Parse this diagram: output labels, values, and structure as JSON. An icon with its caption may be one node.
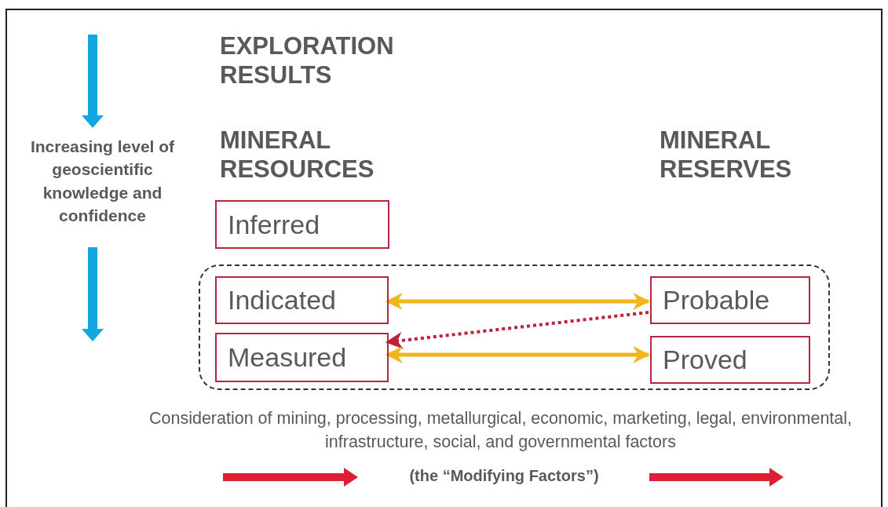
{
  "diagram": {
    "nodes": [
      {
        "text": [
          "Inferred"
        ]
      },
      {
        "text": [],
        "shape": "box"
      },
      {
        "text": [
          "Indicated"
        ],
        "in": 1
      },
      {
        "text": [
          "Measured"
        ],
        "in": 1
      },
      {
        "text": [
          "Probable"
        ],
        "in": 1
      },
      {
        "text": [
          "Proved"
        ],
        "in": 1
      }
    ],
    "edges": [
      {
        "from": 2,
        "to": 4,
        "arrow": "both"
      },
      {
        "from": 4,
        "to": 3,
        "arrow": "to",
        "style": "dashed",
        "color": "#c0203a"
      },
      {
        "from": 3,
        "to": 5,
        "arrow": "both"
      }
    ],
    "labels": [
      "EXPLORATION RESULTS",
      "MINERAL RESOURCES",
      "MINERAL RESERVES",
      "Increasing level of geoscientific knowledge and confidence",
      "Consideration of mining, processing, metallurgical, economic, marketing, legal, environmental, infrastructure, social, and governmental factors",
      "(the “Modifying Factors”)"
    ]
  }
}
